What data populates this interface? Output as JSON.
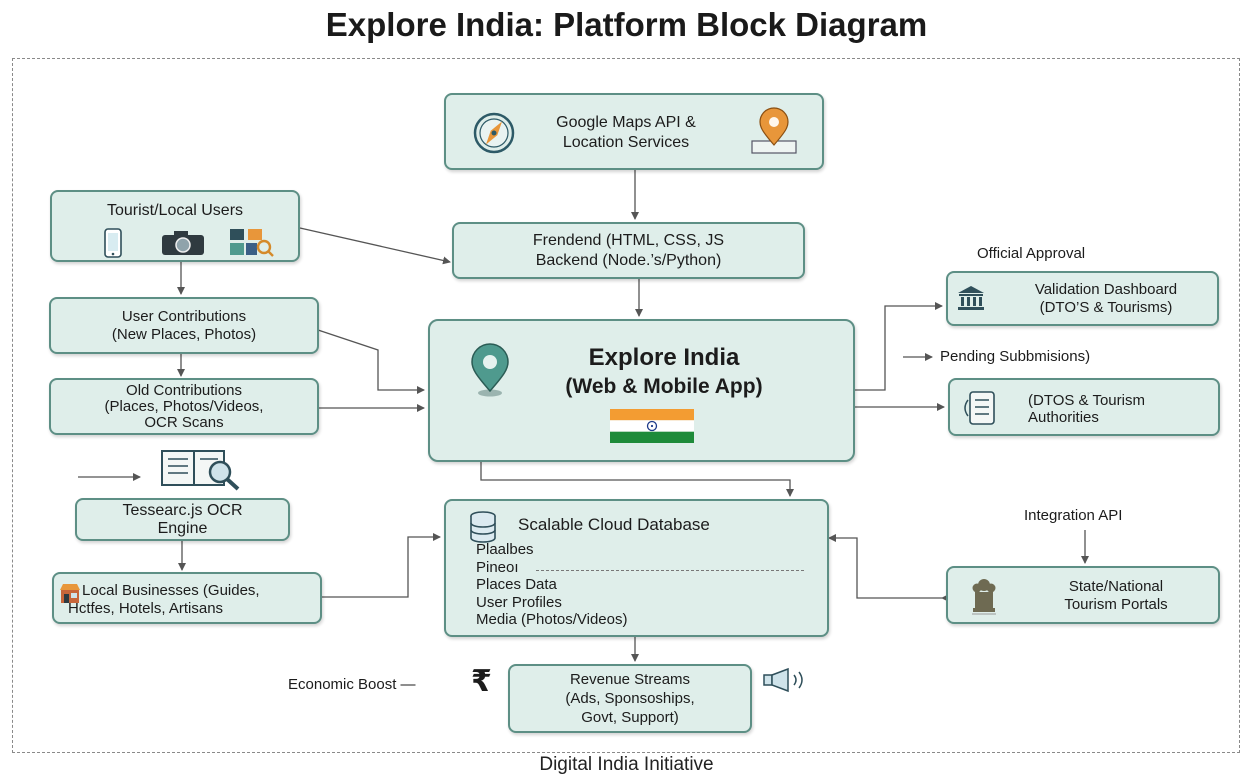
{
  "title": "Explore India: Platform Block Diagram",
  "footer": "Digital India Initiative",
  "nodes": {
    "maps": {
      "line1": "Google Maps API &",
      "line2": "Location Services"
    },
    "frontend": {
      "line1": "Frendend (HTML, CSS, JS",
      "line2": "Backend (Node.’s/Python)"
    },
    "tourist": {
      "label": "Tourist/Local Users"
    },
    "contrib": {
      "line1": "User Contributions",
      "line2": "(New Places, Photos)"
    },
    "old": {
      "line1": "Old Contributions",
      "line2": "(Places, Photos/Videos,",
      "line3": "OCR Scans"
    },
    "app": {
      "line1": "Explore India",
      "line2": "(Web & Mobile App)"
    },
    "ocr": {
      "line1": "Tessearc.js OCR",
      "line2": "Engine"
    },
    "local": {
      "line1": "Local Businesses (Guides,",
      "line2": "Hctfes, Hotels, Artisans"
    },
    "db": {
      "title": "Scalable Cloud Database",
      "items": [
        "Plaalbes",
        "Pineoı",
        "Places Data",
        "User Profiles",
        "Media (Photos/Videos)"
      ]
    },
    "revenue": {
      "line1": "Revenue Streams",
      "line2": "(Ads, Sponsoships,",
      "line3": "Govt, Support)"
    },
    "validation": {
      "line1": "Validation Dashboard",
      "line2": "(DTO’S & Tourisms)"
    },
    "authorities": {
      "line1": "(DTOS & Tourism",
      "line2": "Authorities"
    },
    "portals": {
      "line1": "State/National",
      "line2": "Tourism Portals"
    }
  },
  "labels": {
    "official_approval": "Official Approval",
    "pending": "Pending Subbmisions)",
    "integration_api": "Integration API",
    "economic_boost": "Economic Boost —",
    "rupee": "₹"
  },
  "icons": [
    "compass-icon",
    "location-pin-icon",
    "smartphone-icon",
    "camera-icon",
    "gallery-icon",
    "book-magnifier-icon",
    "shop-icon",
    "database-icon",
    "megaphone-icon",
    "government-building-icon",
    "checklist-icon",
    "national-emblem-icon",
    "india-flag-icon"
  ],
  "colors": {
    "box_fill": "#dfeeea",
    "box_border": "#5d8f85",
    "arrow": "#555555",
    "pin": "#4f9a8e",
    "saffron": "#f39c32",
    "green": "#1e8b3a",
    "chakra": "#1f3b8a"
  }
}
